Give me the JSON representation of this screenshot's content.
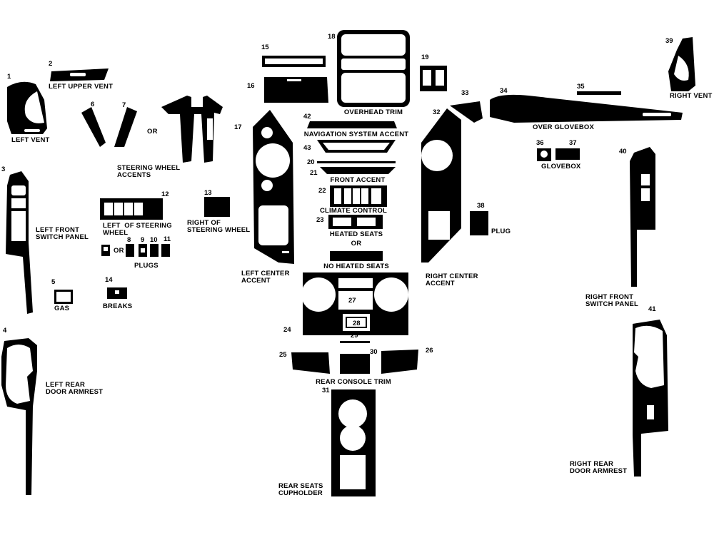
{
  "colors": {
    "part": "#000000",
    "cutout": "#ffffff",
    "background": "#ffffff"
  },
  "numbers": {
    "n1": "1",
    "n2": "2",
    "n3": "3",
    "n4": "4",
    "n5": "5",
    "n6": "6",
    "n7": "7",
    "n8": "8",
    "n9": "9",
    "n10": "10",
    "n11": "11",
    "n12": "12",
    "n13": "13",
    "n14": "14",
    "n15": "15",
    "n16": "16",
    "n17": "17",
    "n18": "18",
    "n19": "19",
    "n20": "20",
    "n21": "21",
    "n22": "22",
    "n23": "23",
    "n24": "24",
    "n25": "25",
    "n26": "26",
    "n27": "27",
    "n28": "28",
    "n29": "29",
    "n30": "30",
    "n31": "31",
    "n32": "32",
    "n33": "33",
    "n34": "34",
    "n35": "35",
    "n36": "36",
    "n37": "37",
    "n38": "38",
    "n39": "39",
    "n40": "40",
    "n41": "41",
    "n42": "42",
    "n43": "43"
  },
  "labels": {
    "left_vent": "LEFT VENT",
    "left_upper_vent": "LEFT UPPER VENT",
    "or_wheel": "OR",
    "steering_wheel_accents": "STEERING WHEEL\nACCENTS",
    "left_front_switch_panel": "LEFT FRONT\nSWITCH PANEL",
    "left_of_steering_wheel": "LEFT  OF STEERING\nWHEEL",
    "or_plugs": "OR",
    "plugs": "PLUGS",
    "right_of_steering_wheel": "RIGHT OF\nSTEERING WHEEL",
    "gas": "GAS",
    "breaks": "BREAKS",
    "left_rear_door_armrest": "LEFT REAR\nDOOR ARMREST",
    "overhead_trim": "OVERHEAD TRIM",
    "navigation_system_accent": "NAVIGATION SYSTEM ACCENT",
    "front_accent": "FRONT ACCENT",
    "climate_control": "CLIMATE CONTROL",
    "heated_seats": "HEATED SEATS",
    "or_heated": "OR",
    "no_heated_seats": "NO HEATED SEATS",
    "left_center_accent": "LEFT CENTER\nACCENT",
    "right_center_accent": "RIGHT CENTER\nACCENT",
    "rear_console_trim": "REAR CONSOLE TRIM",
    "rear_seats_cupholder": "REAR SEATS\nCUPHOLDER",
    "over_glovebox": "OVER GLOVEBOX",
    "glovebox": "GLOVEBOX",
    "plug": "PLUG",
    "right_vent": "RIGHT VENT",
    "right_front_switch_panel": "RIGHT FRONT\nSWITCH PANEL",
    "right_rear_door_armrest": "RIGHT REAR\nDOOR ARMREST"
  }
}
